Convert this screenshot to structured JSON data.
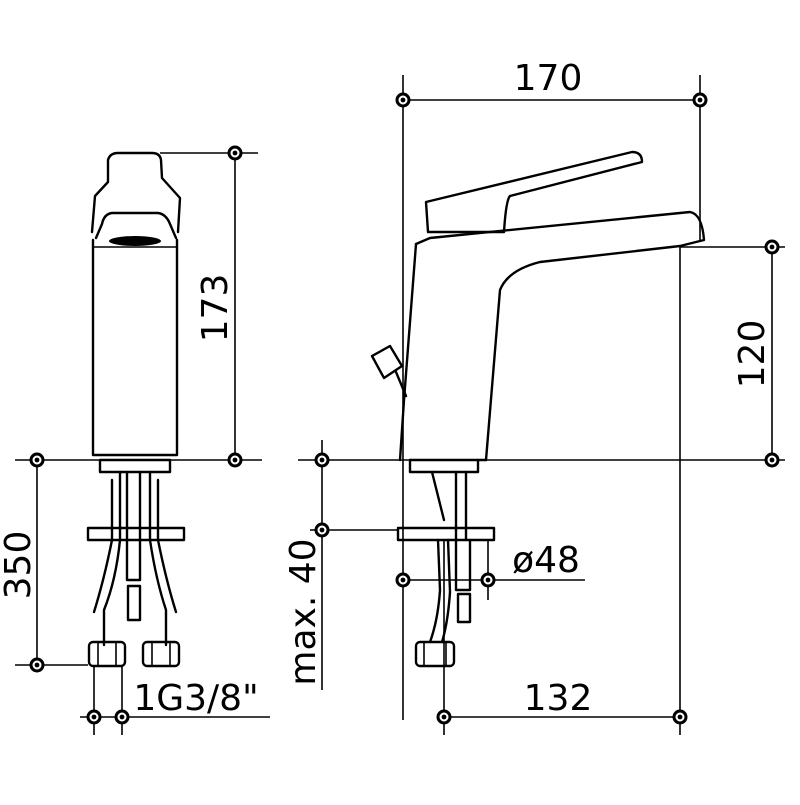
{
  "labels": {
    "width_top": "170",
    "height_total": "173",
    "height_spout": "120",
    "hose_length": "350",
    "max_thickness": "max. 40",
    "hole_diameter": "ø48",
    "reach": "132",
    "connection": "1G3/8\""
  }
}
